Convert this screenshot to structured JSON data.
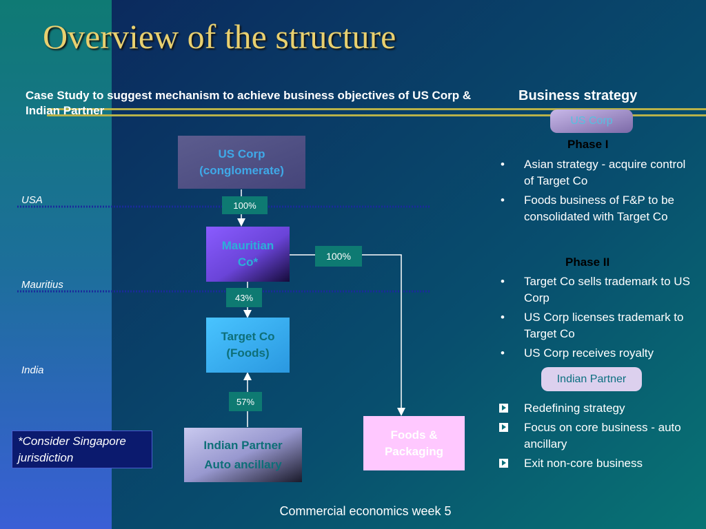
{
  "slide": {
    "title": "Overview of the structure",
    "case_study": "Case Study to suggest mechanism to achieve business objectives of US Corp & Indian Partner",
    "strategy_heading": "Business strategy",
    "footer": "Commercial economics week 5",
    "note": "*Consider Singapore jurisdiction"
  },
  "regions": {
    "usa": "USA",
    "mauritius": "Mauritius",
    "india": "India"
  },
  "diagram": {
    "us_corp": {
      "line1": "US Corp",
      "line2": "(conglomerate)"
    },
    "mauritian": {
      "line1": "Mauritian",
      "line2": "Co*"
    },
    "target": {
      "line1": "Target Co",
      "line2": "(Foods)"
    },
    "indian": {
      "line1": "Indian Partner",
      "line2": "Auto ancillary"
    },
    "foods": {
      "line1": "Foods &",
      "line2": "Packaging"
    },
    "pct_us_mauritian": "100%",
    "pct_mauritian_foods": "100%",
    "pct_mauritian_target": "43%",
    "pct_indian_target": "57%"
  },
  "strategy": {
    "us_corp_label": "US Corp",
    "phase1_title": "Phase I",
    "phase1": [
      "Asian strategy - acquire control of Target Co",
      "Foods business of F&P to be consolidated with Target Co"
    ],
    "phase2_title": "Phase II",
    "phase2": [
      "Target Co sells trademark to US Corp",
      "US Corp licenses trademark  to Target Co",
      "US Corp receives royalty"
    ],
    "indian_label": "Indian Partner",
    "indian_items": [
      "Redefining strategy",
      "Focus on core business - auto ancillary",
      "Exit non-core business"
    ]
  },
  "colors": {
    "title": "#e8d070",
    "accent_line": "#b8b24a",
    "pct_box": "#0e7a72",
    "region_line": "#1a2a9c"
  }
}
